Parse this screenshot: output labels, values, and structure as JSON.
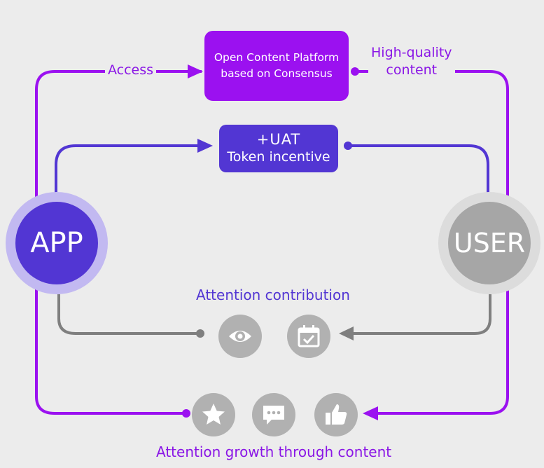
{
  "platform_box": {
    "line1": "Open Content Platform",
    "line2": "based on Consensus"
  },
  "token_box": {
    "line1": "+UAT",
    "line2": "Token incentive"
  },
  "nodes": {
    "app": "APP",
    "user": "USER"
  },
  "labels": {
    "access": "Access",
    "high_quality_line1": "High-quality",
    "high_quality_line2": "content",
    "attention_contribution": "Attention contribution",
    "attention_growth": "Attention growth through content"
  },
  "icons": [
    "eye-icon",
    "calendar-check-icon",
    "star-icon",
    "chat-icon",
    "thumbs-up-icon"
  ],
  "colors": {
    "purple": "#9b11f0",
    "indigo": "#5236d3",
    "gray": "#7f7f7f",
    "icon_gray": "#b1b1b1",
    "background": "#ececec"
  }
}
